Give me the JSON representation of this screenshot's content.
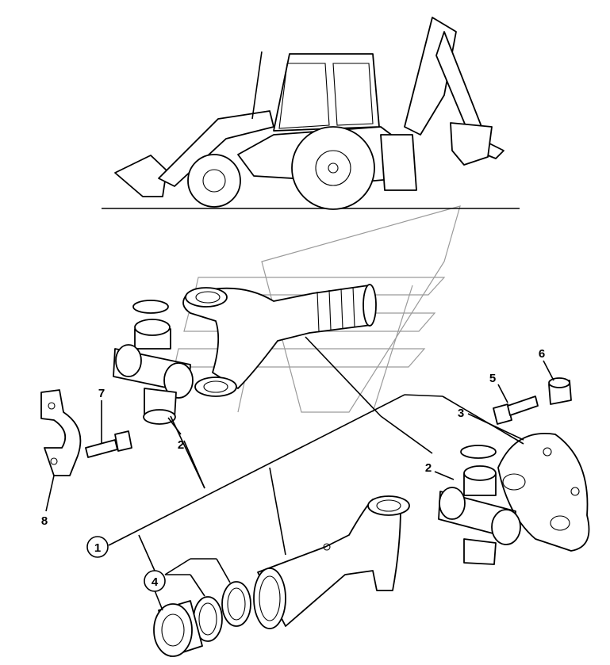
{
  "callouts": [
    {
      "id": "c1",
      "text": "1",
      "circled": true
    },
    {
      "id": "c2a",
      "text": "2",
      "circled": false
    },
    {
      "id": "c2b",
      "text": "2",
      "circled": false
    },
    {
      "id": "c3",
      "text": "3",
      "circled": false
    },
    {
      "id": "c4",
      "text": "4",
      "circled": true
    },
    {
      "id": "c5",
      "text": "5",
      "circled": false
    },
    {
      "id": "c6",
      "text": "6",
      "circled": false
    },
    {
      "id": "c7",
      "text": "7",
      "circled": false
    },
    {
      "id": "c8",
      "text": "8",
      "circled": false
    }
  ]
}
